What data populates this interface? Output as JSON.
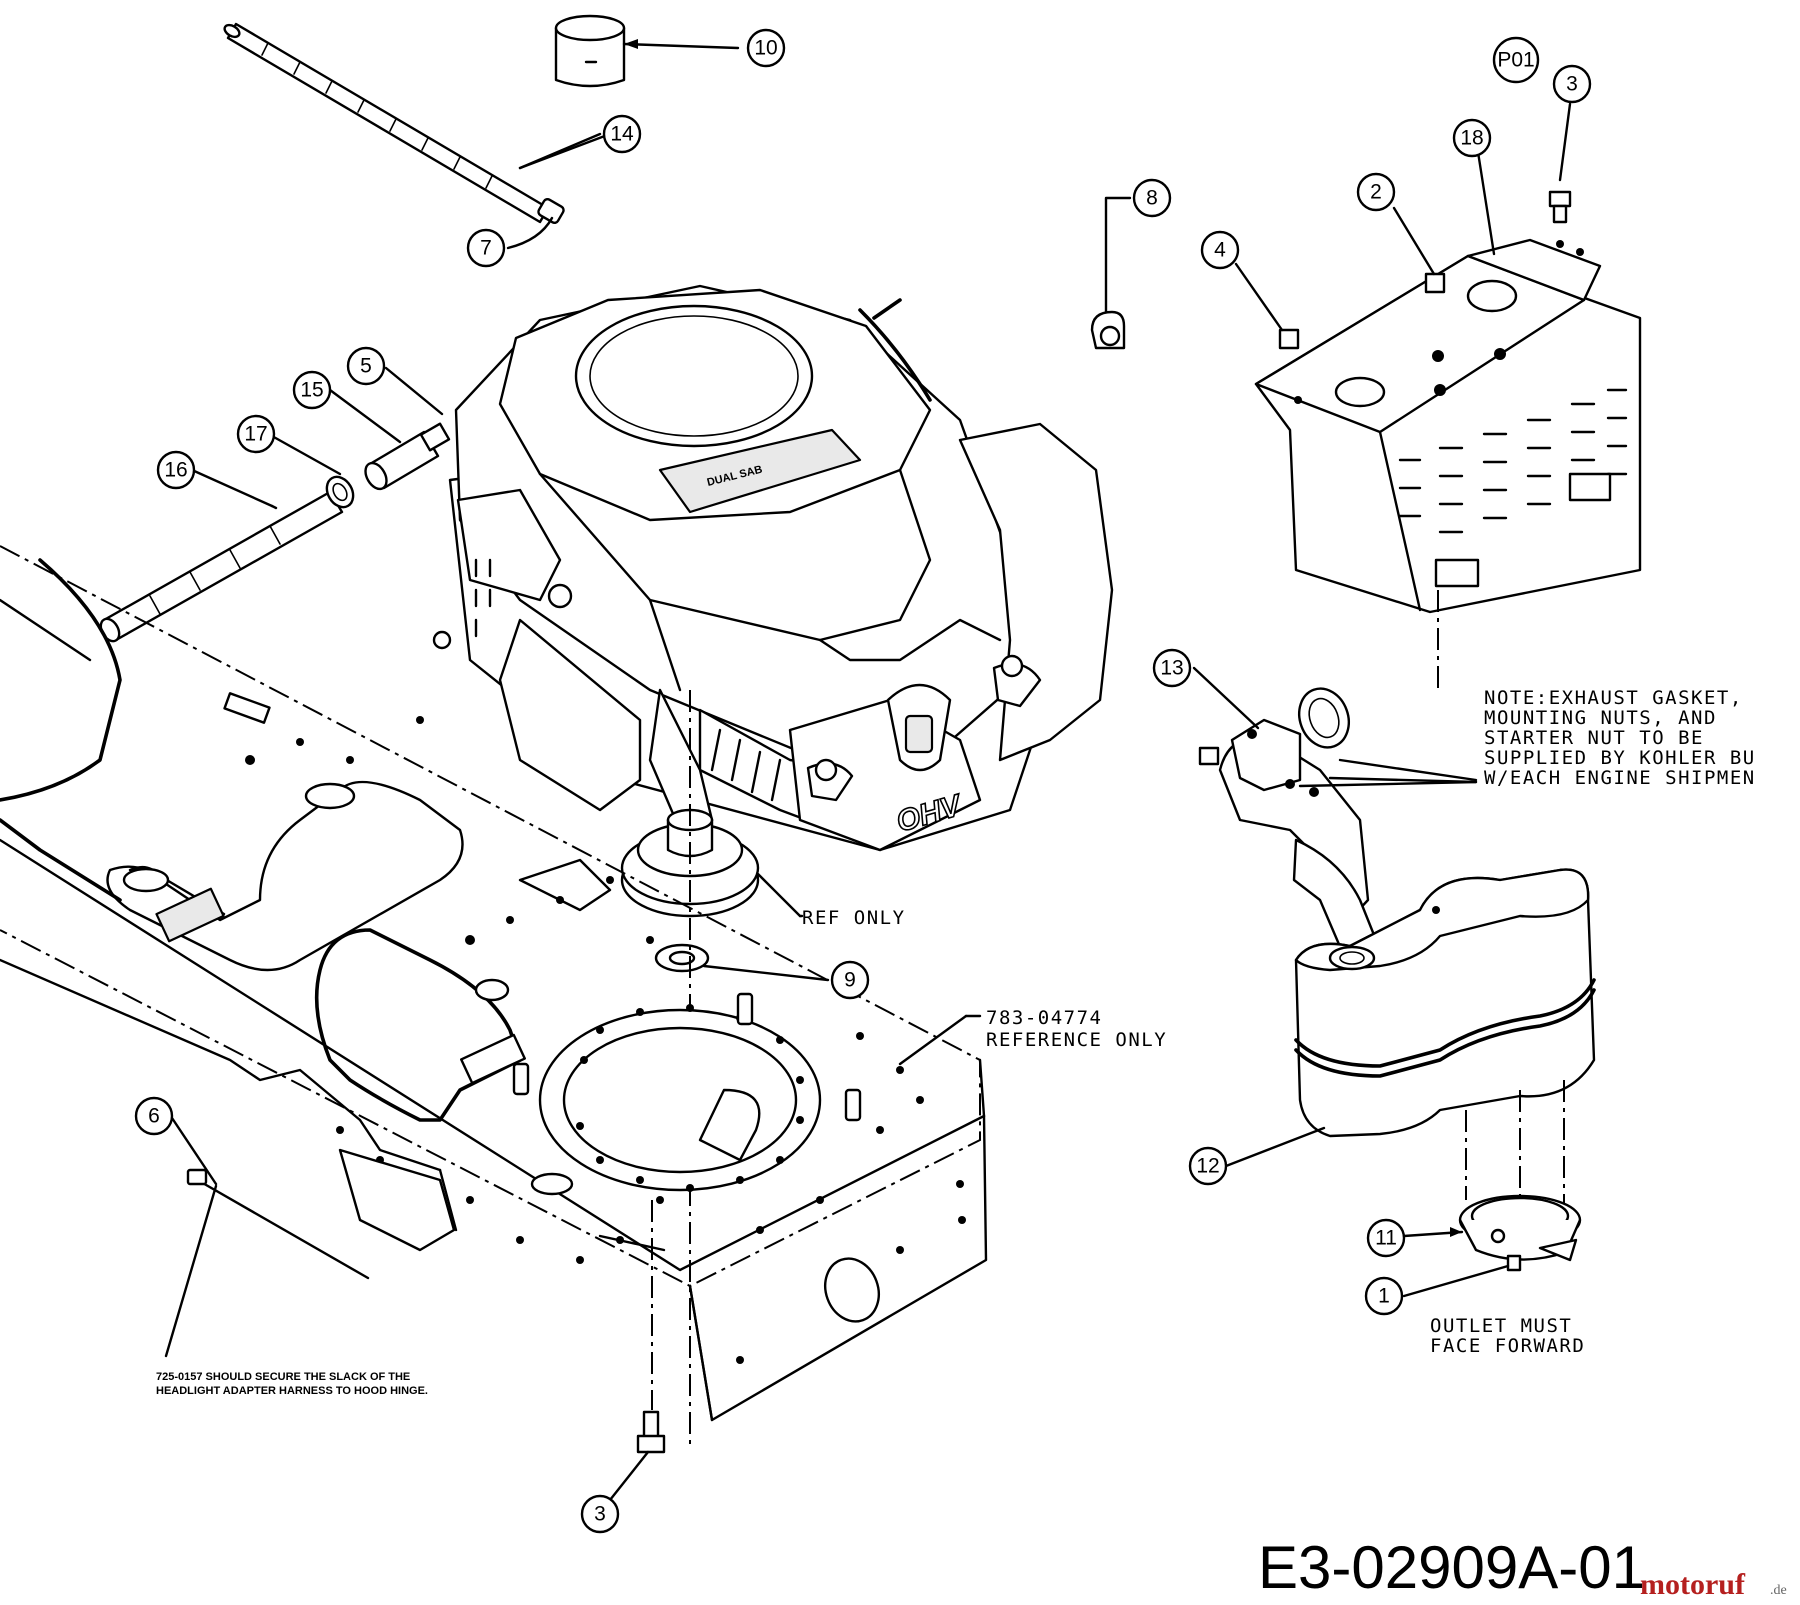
{
  "callouts": [
    {
      "id": "10",
      "label": "10"
    },
    {
      "id": "14",
      "label": "14"
    },
    {
      "id": "7",
      "label": "7"
    },
    {
      "id": "8",
      "label": "8"
    },
    {
      "id": "P01",
      "label": "P01"
    },
    {
      "id": "3a",
      "label": "3"
    },
    {
      "id": "18",
      "label": "18"
    },
    {
      "id": "2",
      "label": "2"
    },
    {
      "id": "4",
      "label": "4"
    },
    {
      "id": "5",
      "label": "5"
    },
    {
      "id": "15",
      "label": "15"
    },
    {
      "id": "17",
      "label": "17"
    },
    {
      "id": "16",
      "label": "16"
    },
    {
      "id": "13",
      "label": "13"
    },
    {
      "id": "9",
      "label": "9"
    },
    {
      "id": "6",
      "label": "6"
    },
    {
      "id": "12",
      "label": "12"
    },
    {
      "id": "11",
      "label": "11"
    },
    {
      "id": "1",
      "label": "1"
    },
    {
      "id": "3b",
      "label": "3"
    }
  ],
  "notes": {
    "ref_only": "REF ONLY",
    "frame_part_number": "783-04774",
    "frame_reference": "REFERENCE ONLY",
    "exhaust_note_lines": [
      "NOTE:EXHAUST GASKET,",
      "MOUNTING NUTS, AND",
      "STARTER NUT TO BE",
      "SUPPLIED BY KOHLER BU",
      "W/EACH ENGINE SHIPMEN"
    ],
    "outlet_lines": [
      "OUTLET MUST",
      "FACE FORWARD"
    ],
    "tie_note_lines": [
      "725-0157 SHOULD SECURE THE SLACK OF THE",
      "HEADLIGHT ADAPTER HARNESS TO HOOD HINGE."
    ]
  },
  "engine_labels": {
    "cover_text": "DUAL SAB",
    "ohv": "OHV"
  },
  "diagram_code": "E3-02909A-01",
  "watermark": {
    "main": "motoruf",
    "tld": ".de"
  }
}
